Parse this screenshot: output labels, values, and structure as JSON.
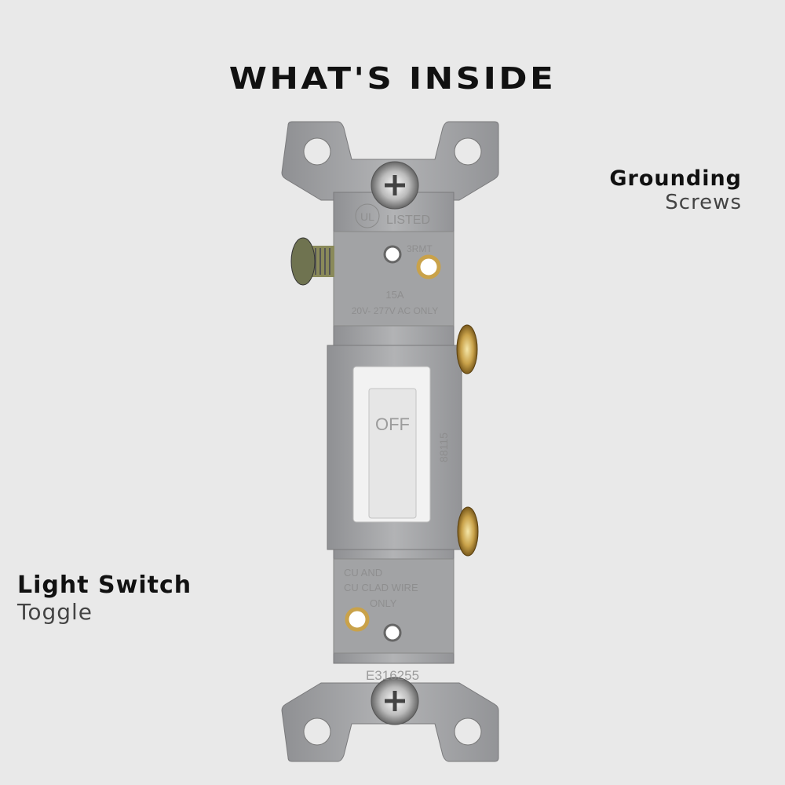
{
  "title": "WHAT'S INSIDE",
  "callouts": {
    "grounding": {
      "heading": "Grounding",
      "sub": "Screws"
    },
    "switch": {
      "heading": "Light Switch",
      "sub": "Toggle"
    }
  },
  "product_markings": {
    "listing": "LISTED",
    "ul": "UL",
    "model_top": "3RMT",
    "amps": "15A",
    "voltage": "20V- 277V AC ONLY",
    "toggle_state": "OFF",
    "side_code": "88115",
    "wire_line1": "CU AND",
    "wire_line2": "CU CLAD WIRE",
    "wire_line3": "ONLY",
    "file_number": "E316255"
  },
  "colors": {
    "background": "#e9e9e9",
    "metal": "#a4a5a7",
    "brass": "#c9a24a",
    "toggle": "#f2f2f2"
  }
}
